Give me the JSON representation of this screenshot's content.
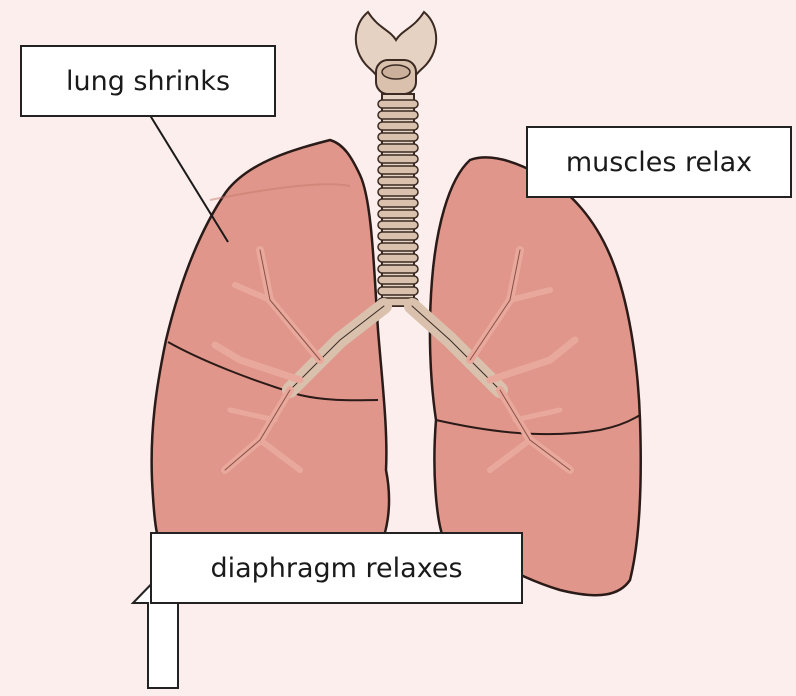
{
  "labels": {
    "lung": "lung shrinks",
    "muscles": "muscles relax",
    "diaphragm": "diaphragm relaxes"
  },
  "colors": {
    "background": "#fbeeec",
    "lung_fill": "#e0968a",
    "lung_stroke": "#2a1a18",
    "trachea": "#e6d2c2",
    "bronchi": "#e8a99c"
  },
  "icons": [
    "up-arrow-icon"
  ]
}
